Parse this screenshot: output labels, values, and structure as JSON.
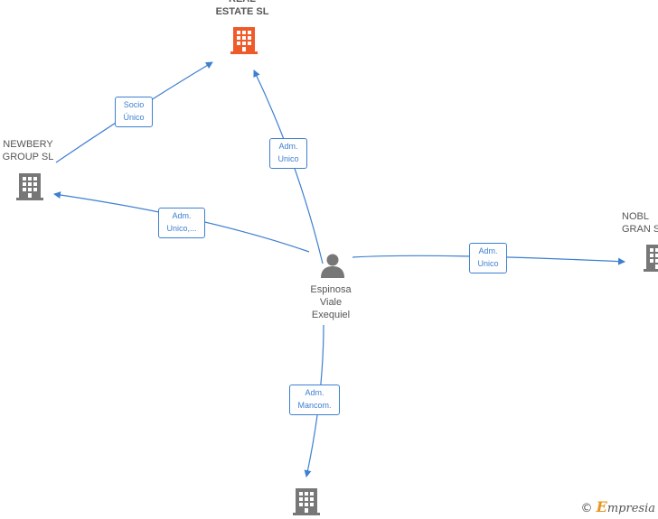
{
  "nodes": {
    "top_company": {
      "label": "REAL\nESTATE  SL",
      "icon": "building-icon",
      "color": "#f05a28"
    },
    "newbery": {
      "label": "NEWBERY\nGROUP  SL",
      "icon": "building-icon",
      "color": "#777777"
    },
    "right_company": {
      "label": "NOBL\nGRAN S",
      "icon": "building-icon",
      "color": "#777777"
    },
    "bottom_company": {
      "label": "",
      "icon": "building-icon",
      "color": "#777777"
    },
    "person": {
      "label": "Espinosa\nViale\nExequiel",
      "icon": "person-icon",
      "color": "#777777"
    }
  },
  "edges": {
    "socio_unico": "Socio\nÚnico",
    "adm_unico_top": "Adm.\nUnico",
    "adm_unico_left": "Adm.\nUnico,...",
    "adm_unico_right": "Adm.\nUnico",
    "adm_mancom": "Adm.\nMancom."
  },
  "colors": {
    "edge": "#3d7fd0",
    "highlight": "#f05a28",
    "node": "#777777"
  },
  "watermark": {
    "copyright": "©",
    "brand_initial": "E",
    "brand_rest": "mpresia"
  }
}
